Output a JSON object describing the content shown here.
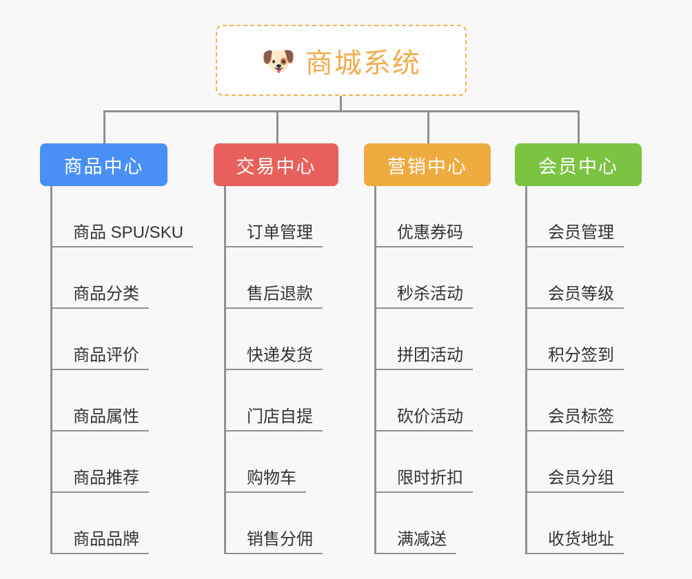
{
  "canvas": {
    "background": "#f8f8f8",
    "line_color": "#909090"
  },
  "root": {
    "icon": "dog-face-emoji",
    "emoji": "🐶",
    "title": "商城系统",
    "text_color": "#f0ad4e",
    "border_color": "#f0b352",
    "background": "#ffffff"
  },
  "categories": [
    {
      "label": "商品中心",
      "color": "#4a90f4",
      "items": [
        {
          "label": "商品 SPU/SKU"
        },
        {
          "label": "商品分类"
        },
        {
          "label": "商品评价"
        },
        {
          "label": "商品属性"
        },
        {
          "label": "商品推荐"
        },
        {
          "label": "商品品牌"
        }
      ]
    },
    {
      "label": "交易中心",
      "color": "#e8605b",
      "items": [
        {
          "label": "订单管理"
        },
        {
          "label": "售后退款"
        },
        {
          "label": "快递发货"
        },
        {
          "label": "门店自提"
        },
        {
          "label": "购物车"
        },
        {
          "label": "销售分佣"
        }
      ]
    },
    {
      "label": "营销中心",
      "color": "#eeab40",
      "items": [
        {
          "label": "优惠券码"
        },
        {
          "label": "秒杀活动"
        },
        {
          "label": "拼团活动"
        },
        {
          "label": "砍价活动"
        },
        {
          "label": "限时折扣"
        },
        {
          "label": "满减送"
        }
      ]
    },
    {
      "label": "会员中心",
      "color": "#7cc342",
      "items": [
        {
          "label": "会员管理"
        },
        {
          "label": "会员等级"
        },
        {
          "label": "积分签到"
        },
        {
          "label": "会员标签"
        },
        {
          "label": "会员分组"
        },
        {
          "label": "收货地址"
        }
      ]
    }
  ]
}
